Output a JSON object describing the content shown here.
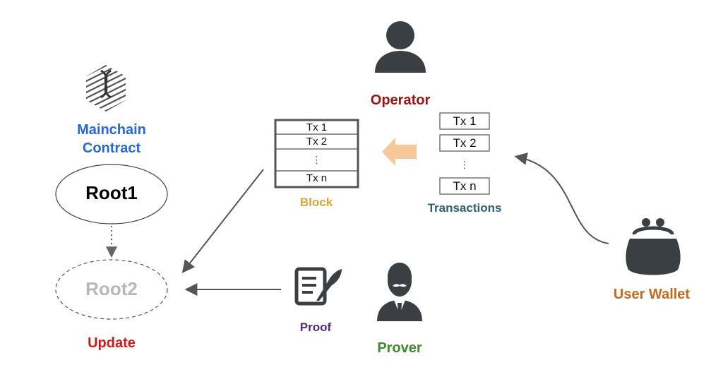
{
  "colors": {
    "mainchain": "#2a67d4",
    "operator": "#9b1414",
    "block": "#d6a63a",
    "transactions": "#2e5f6f",
    "user_wallet": "#c46a1e",
    "proof": "#4a2a82",
    "prover": "#3f8a2e",
    "update": "#d01a1a",
    "icon": "#3a3f44",
    "arrow": "#555555",
    "orange_arrow": "#f7c99a",
    "root2_text": "#b8b8b8"
  },
  "labels": {
    "mainchain_line1": "Mainchain",
    "mainchain_line2": "Contract",
    "root1": "Root1",
    "root2": "Root2",
    "update": "Update",
    "operator": "Operator",
    "block": "Block",
    "transactions": "Transactions",
    "user_wallet": "User Wallet",
    "proof": "Proof",
    "prover": "Prover"
  },
  "block_rows": [
    "Tx 1",
    "Tx 2",
    "⋮",
    "Tx n"
  ],
  "transaction_rows": [
    "Tx 1",
    "Tx 2",
    "⋮",
    "Tx n"
  ],
  "icons": [
    "mainchain-logo-icon",
    "operator-person-icon",
    "wallet-purse-icon",
    "proof-document-icon",
    "prover-person-icon"
  ]
}
